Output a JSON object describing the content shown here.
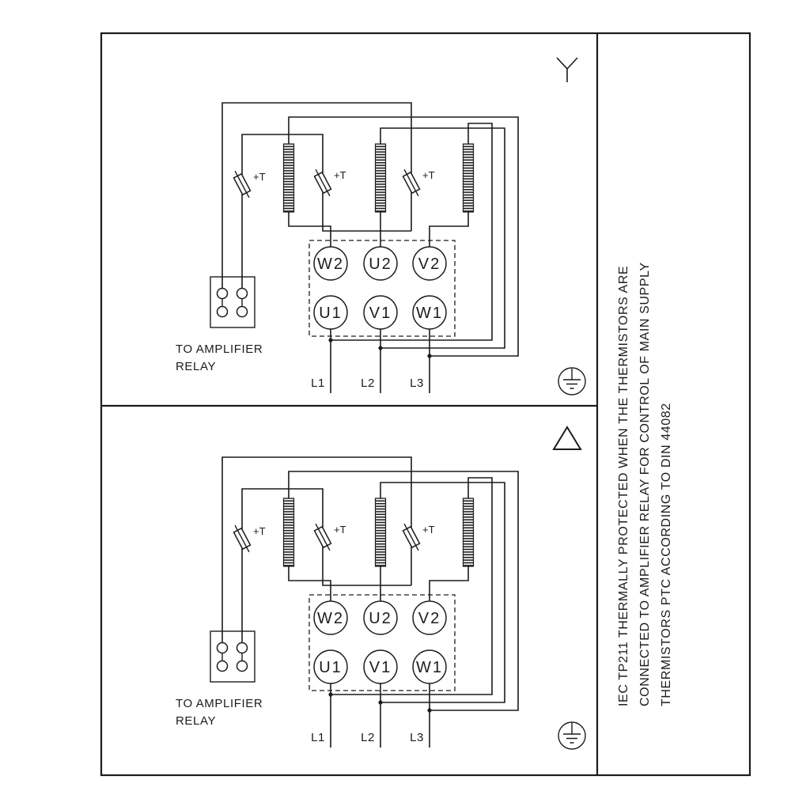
{
  "sidebar": {
    "lines": [
      "IEC TP211 THERMALLY PROTECTED WHEN THE THERMISTORS ARE",
      "CONNECTED TO AMPLIFIER RELAY FOR CONTROL OF MAIN SUPPLY",
      "THERMISTORS PTC ACCORDING TO DIN 44082"
    ]
  },
  "panels": [
    {
      "connection": "star",
      "terminals_top": [
        "W2",
        "U2",
        "V2"
      ],
      "terminals_bottom": [
        "U1",
        "V1",
        "W1"
      ],
      "thermistors": [
        "+T",
        "+T",
        "+T"
      ],
      "relay_caption_line1": "TO AMPLIFIER",
      "relay_caption_line2": "RELAY",
      "supply_labels": [
        "L1",
        "L2",
        "L3"
      ]
    },
    {
      "connection": "delta",
      "terminals_top": [
        "W2",
        "U2",
        "V2"
      ],
      "terminals_bottom": [
        "U1",
        "V1",
        "W1"
      ],
      "thermistors": [
        "+T",
        "+T",
        "+T"
      ],
      "relay_caption_line1": "TO AMPLIFIER",
      "relay_caption_line2": "RELAY",
      "supply_labels": [
        "L1",
        "L2",
        "L3"
      ]
    }
  ],
  "colors": {
    "ink": "#1c1c1c",
    "background": "#ffffff"
  }
}
